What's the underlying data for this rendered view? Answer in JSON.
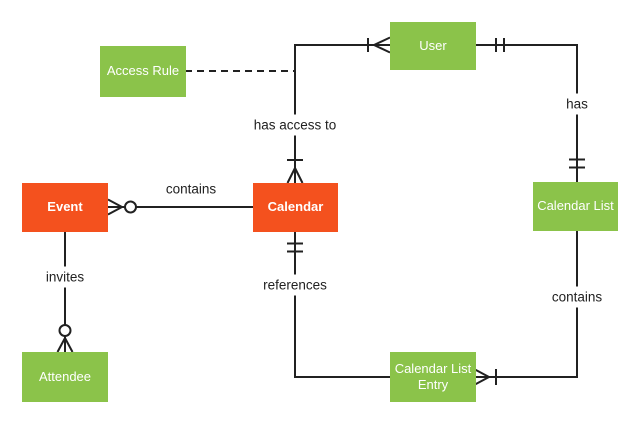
{
  "colors": {
    "entity_primary": "#F4511E",
    "entity_secondary": "#8BC34A",
    "line_color": "#212121",
    "label_text": "#212121",
    "entity_text": "#FFFFFF",
    "canvas_bg": "#FFFFFF"
  },
  "entities": {
    "event": {
      "label": "Event",
      "style": "primary"
    },
    "access_rule": {
      "label": "Access Rule",
      "style": "secondary"
    },
    "user": {
      "label": "User",
      "style": "secondary"
    },
    "calendar": {
      "label": "Calendar",
      "style": "primary"
    },
    "calendar_list": {
      "label": "Calendar List",
      "style": "secondary"
    },
    "calendar_list_entry": {
      "label": "Calendar List Entry",
      "style": "secondary"
    },
    "attendee": {
      "label": "Attendee",
      "style": "secondary"
    }
  },
  "relationships": {
    "contains_event": {
      "label": "contains",
      "from": "calendar",
      "to": "event",
      "event_end": "zero-or-many"
    },
    "has_access_to": {
      "label": "has access to",
      "from": "user",
      "to": "calendar",
      "user_end": "one-or-many",
      "calendar_end": "one-or-many"
    },
    "access_rule_link": {
      "label": "",
      "from": "access_rule",
      "to": "has_access_to_relationship",
      "line_style": "dashed"
    },
    "invites": {
      "label": "invites",
      "from": "event",
      "to": "attendee",
      "attendee_end": "zero-or-many"
    },
    "references": {
      "label": "references",
      "from": "calendar",
      "to": "calendar_list_entry",
      "calendar_end": "one-and-only-one"
    },
    "has": {
      "label": "has",
      "from": "user",
      "to": "calendar_list",
      "user_end": "one-and-only-one",
      "calendar_list_end": "one-and-only-one"
    },
    "contains_entry": {
      "label": "contains",
      "from": "calendar_list",
      "to": "calendar_list_entry",
      "entry_end": "one-or-many"
    }
  }
}
